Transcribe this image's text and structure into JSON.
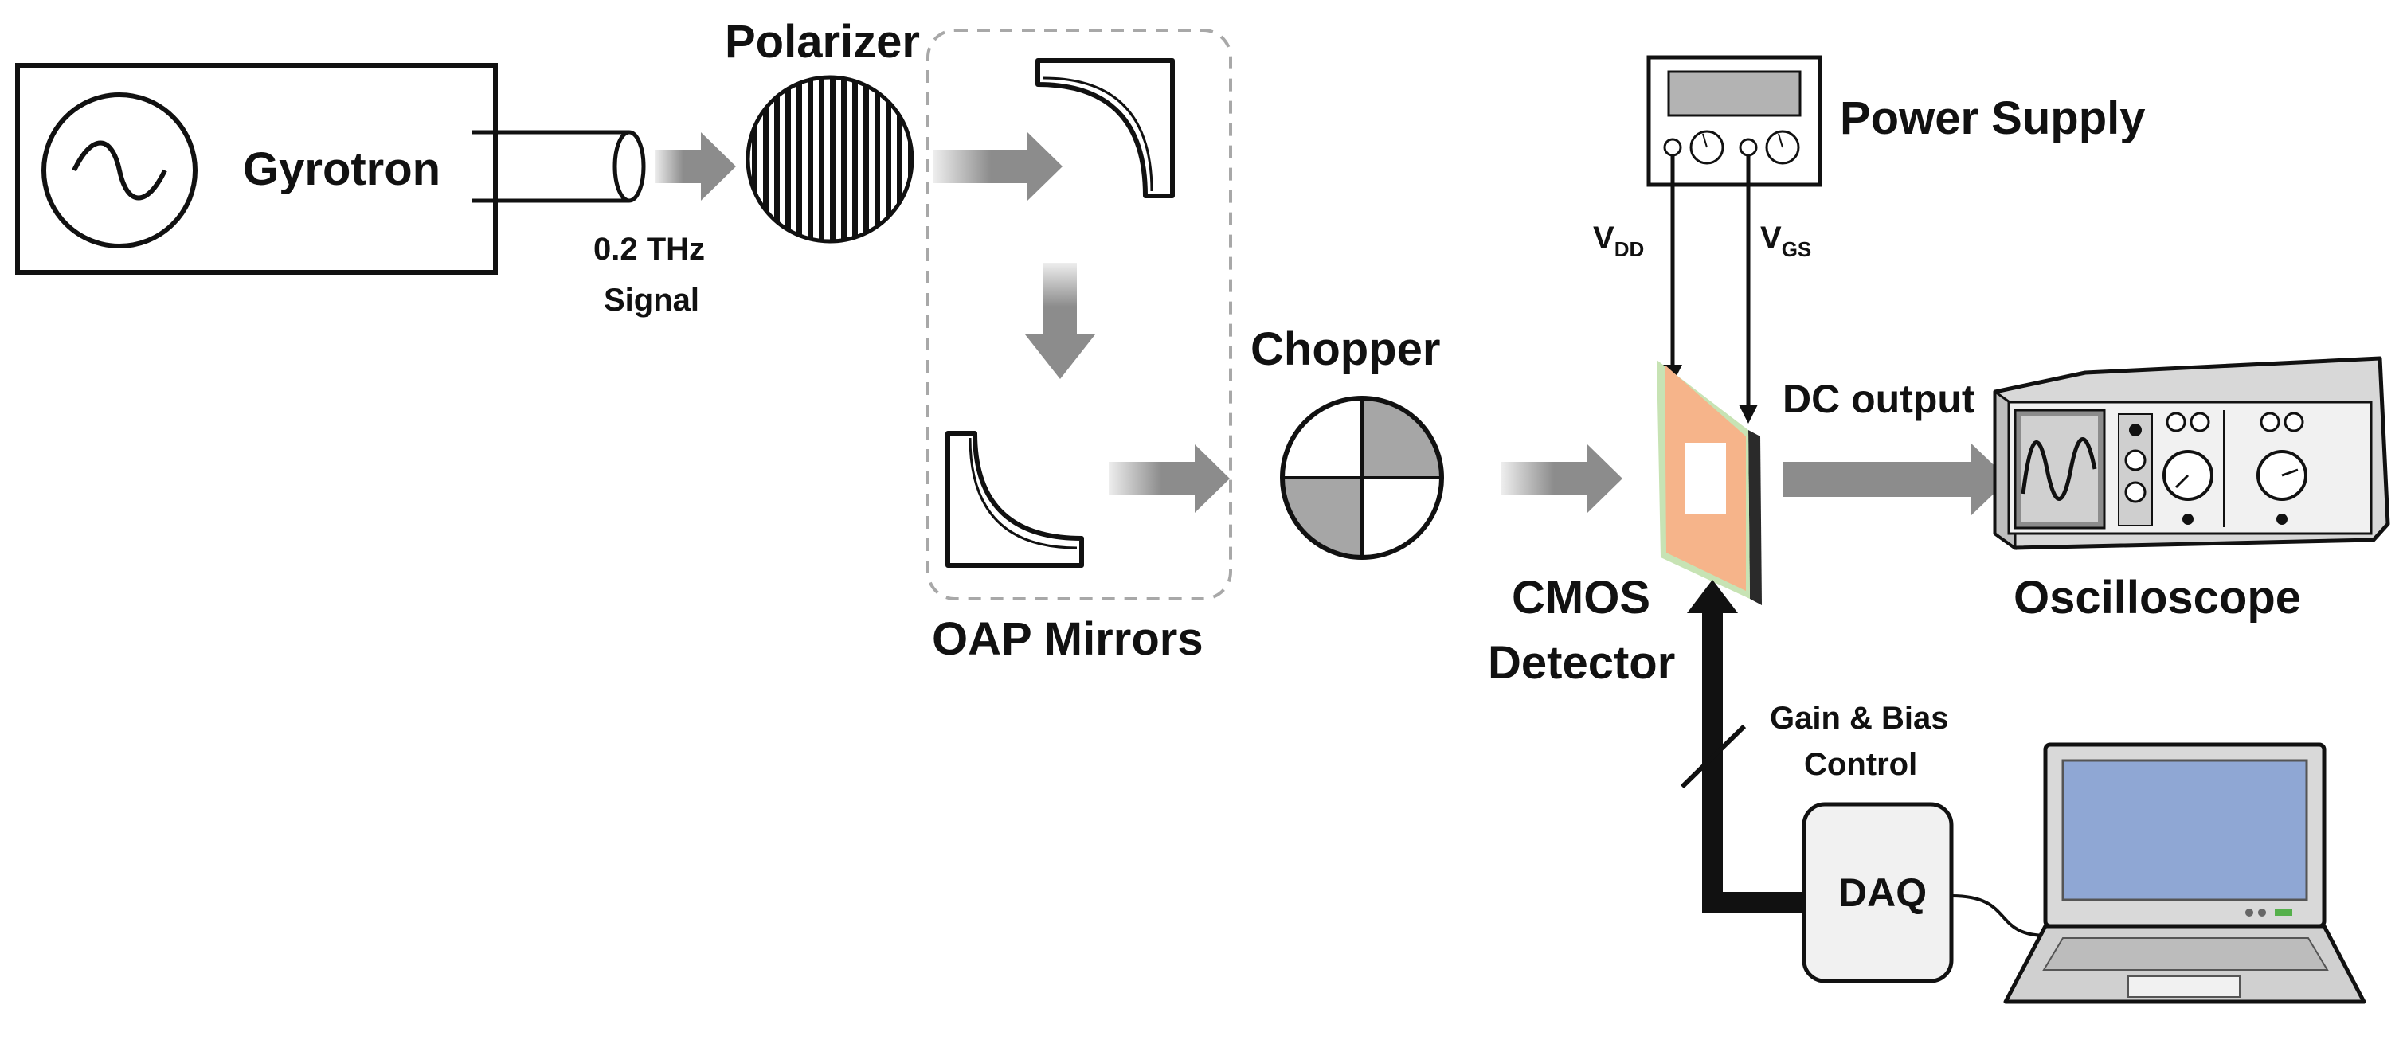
{
  "labels": {
    "gyrotron": "Gyrotron",
    "polarizer": "Polarizer",
    "signal_line1": "0.2 THz",
    "signal_line2": "Signal",
    "oap_mirrors": "OAP Mirrors",
    "chopper": "Chopper",
    "power_supply": "Power Supply",
    "vdd_main": "V",
    "vdd_sub": "DD",
    "vgs_main": "V",
    "vgs_sub": "GS",
    "dc_output": "DC output",
    "oscilloscope": "Oscilloscope",
    "cmos_line1": "CMOS",
    "cmos_line2": "Detector",
    "gain_line1": "Gain & Bias",
    "gain_line2": "Control",
    "daq": "DAQ"
  },
  "colors": {
    "arrow": "#8c8c8c",
    "detector_face": "#f6b48a",
    "detector_edge": "#c7e3b4",
    "chopper_sector": "#a6a6a6",
    "screen": "#8fa7d4",
    "panel": "#f1f1f1",
    "stroke": "#111111"
  }
}
